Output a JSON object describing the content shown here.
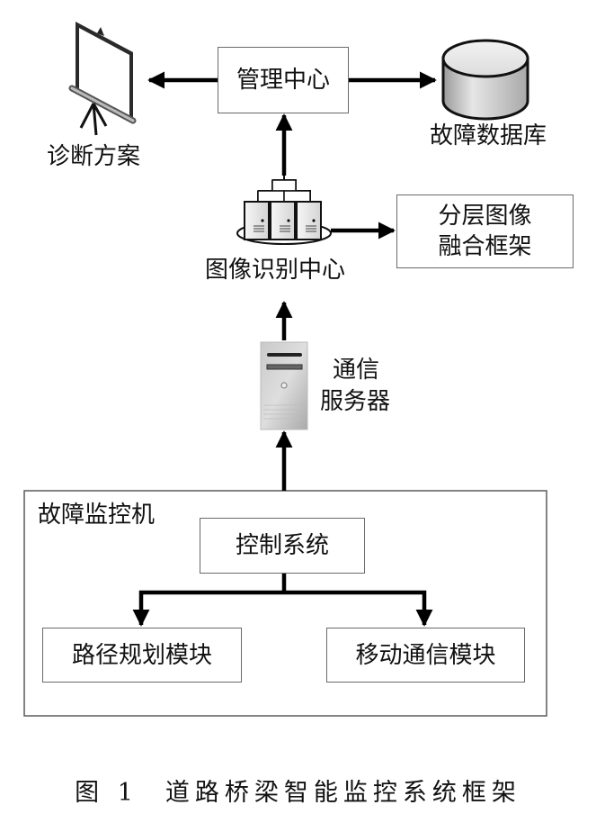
{
  "nodes": {
    "management_center": "管理中心",
    "diagnosis_plan": "诊断方案",
    "fault_database": "故障数据库",
    "image_recognition_center": "图像识别中心",
    "layered_fusion_line1": "分层图像",
    "layered_fusion_line2": "融合框架",
    "comm_server_line1": "通信",
    "comm_server_line2": "服务器",
    "fault_monitor": "故障监控机",
    "control_system": "控制系统",
    "path_planning": "路径规划模块",
    "mobile_comm": "移动通信模块"
  },
  "icons": {
    "diagnosis_plan": "projector-screen-icon",
    "fault_database": "database-cylinder-icon",
    "image_recognition_center": "server-cluster-icon",
    "comm_server": "tower-server-icon"
  },
  "edges": [
    {
      "from": "management_center",
      "to": "diagnosis_plan"
    },
    {
      "from": "management_center",
      "to": "fault_database"
    },
    {
      "from": "image_recognition_center",
      "to": "management_center"
    },
    {
      "from": "image_recognition_center",
      "to": "layered_fusion_framework"
    },
    {
      "from": "comm_server",
      "to": "image_recognition_center"
    },
    {
      "from": "fault_monitor",
      "to": "comm_server"
    },
    {
      "from": "control_system",
      "to": "path_planning"
    },
    {
      "from": "control_system",
      "to": "mobile_comm"
    }
  ],
  "caption": {
    "number": "图 1",
    "title": "道路桥梁智能监控系统框架"
  }
}
